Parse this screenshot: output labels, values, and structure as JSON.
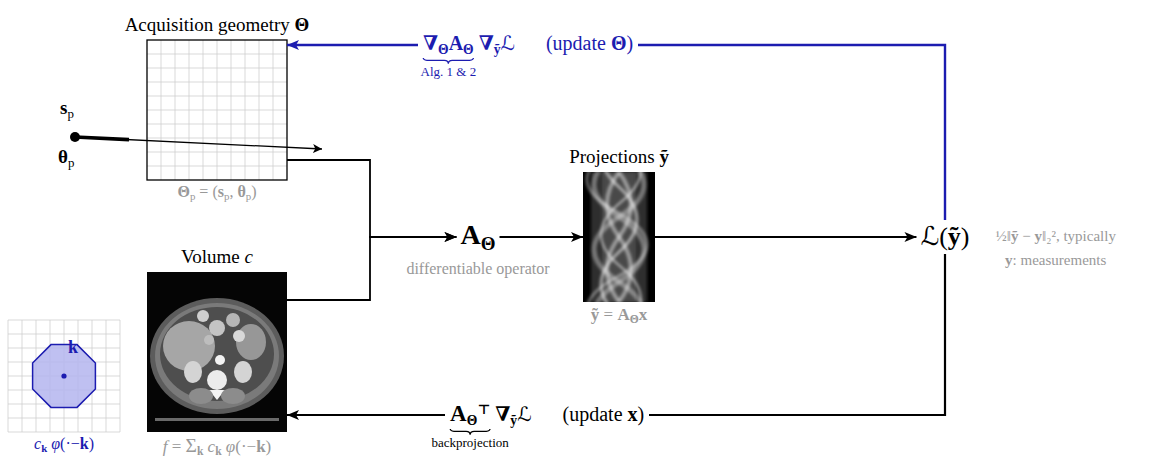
{
  "diagram": {
    "nodes": [
      {
        "text": [
          "Acquisition geometry Θ",
          "Θp = (sp, θp)"
        ]
      },
      {
        "text": [
          "Volume c",
          "f = Σk ck φ(·−k)"
        ]
      },
      {
        "text": [
          "AΘ",
          "differentiable operator"
        ]
      },
      {
        "text": [
          "Projections ỹ",
          "ỹ = AΘx"
        ]
      },
      {
        "text": [
          "ℒ(ỹ)"
        ]
      },
      {
        "text": [
          "k",
          "ck φ(·−k)"
        ]
      }
    ],
    "edges": [
      {
        "from": 0,
        "to": 2,
        "arrow": "to"
      },
      {
        "from": 1,
        "to": 2,
        "arrow": "to"
      },
      {
        "from": 2,
        "to": 3,
        "arrow": "to"
      },
      {
        "from": 3,
        "to": 4,
        "arrow": "to"
      },
      {
        "from": 4,
        "to": 0,
        "arrow": "to",
        "label": "∇ΘAΘ ∇ỹℒ (update Θ)"
      },
      {
        "from": 4,
        "to": 1,
        "arrow": "to",
        "label": "AΘ⊤ ∇ỹℒ (update x)"
      }
    ],
    "labels": [
      "sp",
      "θp",
      "Alg. 1 & 2",
      "backprojection",
      "½‖ỹ − y‖₂², typically",
      "y: measurements"
    ]
  }
}
